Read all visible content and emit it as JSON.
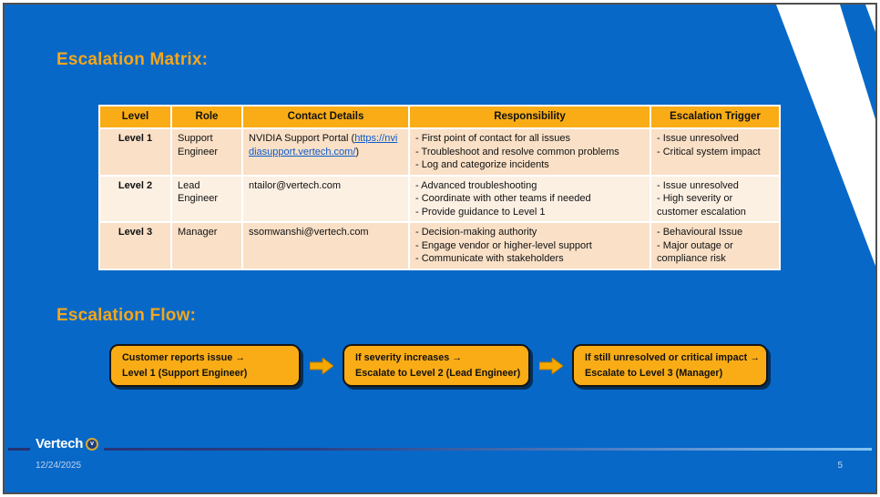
{
  "slide": {
    "matrix_title": "Escalation Matrix:",
    "flow_title": "Escalation Flow:",
    "date": "12/24/2025",
    "page_number": "5",
    "logo_text": "Vertech",
    "logo_badge_letter": "v",
    "colors": {
      "slide_background": "#0768C8",
      "accent_orange": "#F9AC15",
      "heading_orange": "#F5A61B",
      "row_peach": "#F9E0C7",
      "row_cream": "#FCF0E3",
      "link_blue": "#0B5BCB",
      "footer_line_dark": "#25316F",
      "footer_line_light": "#85C4F2",
      "swoosh_white": "#FFFFFF"
    }
  },
  "table": {
    "headers": [
      "Level",
      "Role",
      "Contact Details",
      "Responsibility",
      "Escalation Trigger"
    ],
    "rows": [
      {
        "level": "Level 1",
        "role": "Support Engineer",
        "contact": "NVIDIA Support Portal",
        "link_open": "(",
        "contact_link": "https://nvidiasupport.vertech.com/",
        "link_close": ")",
        "responsibilities": [
          "- First point of contact for all issues",
          "- Troubleshoot and resolve common problems",
          "- Log and categorize incidents"
        ],
        "triggers": [
          "- Issue unresolved",
          "- Critical system impact"
        ]
      },
      {
        "level": "Level 2",
        "role": "Lead Engineer",
        "contact": "ntailor@vertech.com",
        "responsibilities": [
          "- Advanced troubleshooting",
          "- Coordinate with other teams if needed",
          "- Provide guidance to Level 1"
        ],
        "triggers": [
          "- Issue unresolved",
          "- High severity or customer escalation"
        ]
      },
      {
        "level": "Level 3",
        "role": "Manager",
        "contact": "ssomwanshi@vertech.com",
        "responsibilities": [
          "- Decision-making authority",
          "- Engage vendor or higher-level support",
          "- Communicate with stakeholders"
        ],
        "triggers": [
          "- Behavioural Issue",
          "- Major outage or compliance risk"
        ]
      }
    ]
  },
  "flow": {
    "steps": [
      {
        "line1": "Customer reports issue →",
        "line2": "Level 1 (Support Engineer)"
      },
      {
        "line1": "If severity increases →",
        "line2": "Escalate to Level 2 (Lead Engineer)"
      },
      {
        "line1": "If still unresolved or critical impact →",
        "line2": "Escalate to Level 3 (Manager)"
      }
    ]
  }
}
